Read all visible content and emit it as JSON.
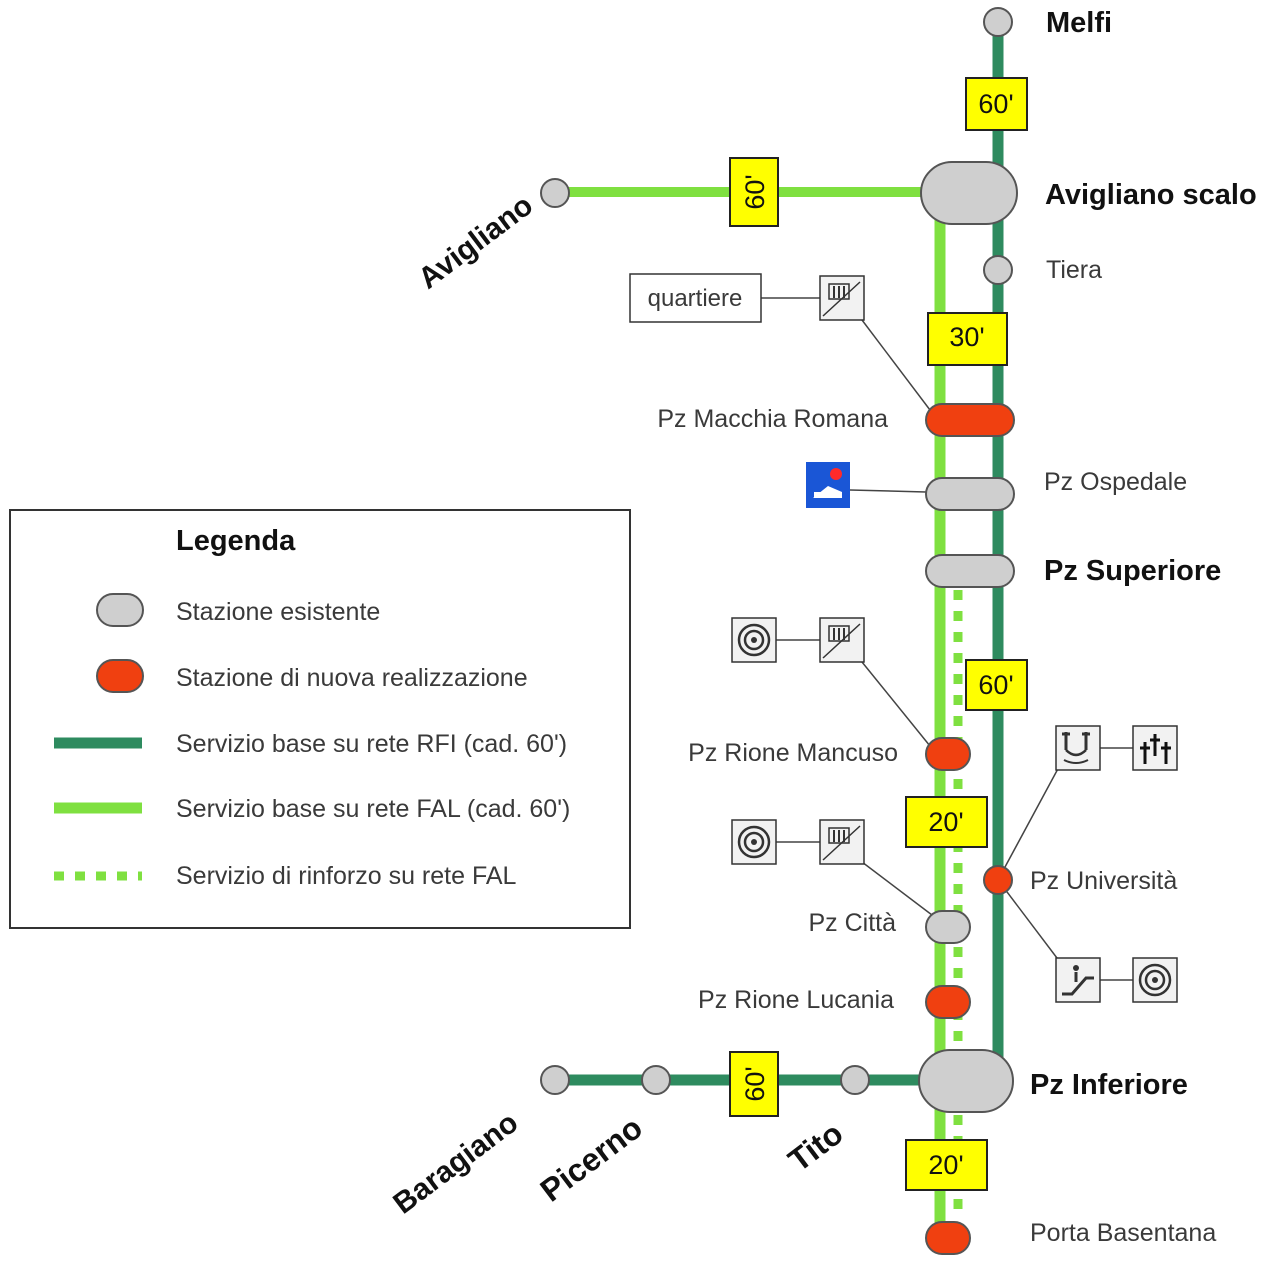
{
  "colors": {
    "rfi_line": "#2e8b5f",
    "fal_line": "#7fe040",
    "existing_station": "#cfcfcf",
    "new_station": "#f04010",
    "frequency_box": "#ffff00"
  },
  "stations": {
    "melfi": "Melfi",
    "avigliano_scalo": "Avigliano scalo",
    "avigliano": "Avigliano",
    "tiera": "Tiera",
    "macchia_romana": "Pz Macchia Romana",
    "ospedale": "Pz Ospedale",
    "superiore": "Pz Superiore",
    "rione_mancuso": "Pz Rione Mancuso",
    "universita": "Pz Università",
    "citta": "Pz Città",
    "rione_lucania": "Pz Rione Lucania",
    "inferiore": "Pz Inferiore",
    "baragiano": "Baragiano",
    "picerno": "Picerno",
    "tito": "Tito",
    "porta_basentana": "Porta Basentana"
  },
  "frequencies": {
    "melfi_avigliano": "60'",
    "avigliano_branch": "60'",
    "fal_upper": "30'",
    "rfi_middle": "60'",
    "fal_middle": "20'",
    "tito_branch": "60'",
    "fal_lower": "20'"
  },
  "poi": {
    "quartiere_label": "quartiere",
    "hospital_icon": "hospital-icon",
    "building_icon": "building-icon",
    "target_icon": "target-icon",
    "fountain_icon": "fountain-icon",
    "cemetery_icon": "cemetery-icon",
    "escalator_icon": "escalator-icon"
  },
  "legend": {
    "title": "Legenda",
    "items": [
      {
        "label": "Stazione esistente",
        "symbol": "existing-station"
      },
      {
        "label": "Stazione di nuova realizzazione",
        "symbol": "new-station"
      },
      {
        "label": "Servizio base su rete RFI (cad. 60')",
        "symbol": "rfi-line"
      },
      {
        "label": "Servizio base su rete FAL (cad. 60')",
        "symbol": "fal-line"
      },
      {
        "label": "Servizio di rinforzo su rete FAL",
        "symbol": "fal-dotted-line"
      }
    ]
  }
}
